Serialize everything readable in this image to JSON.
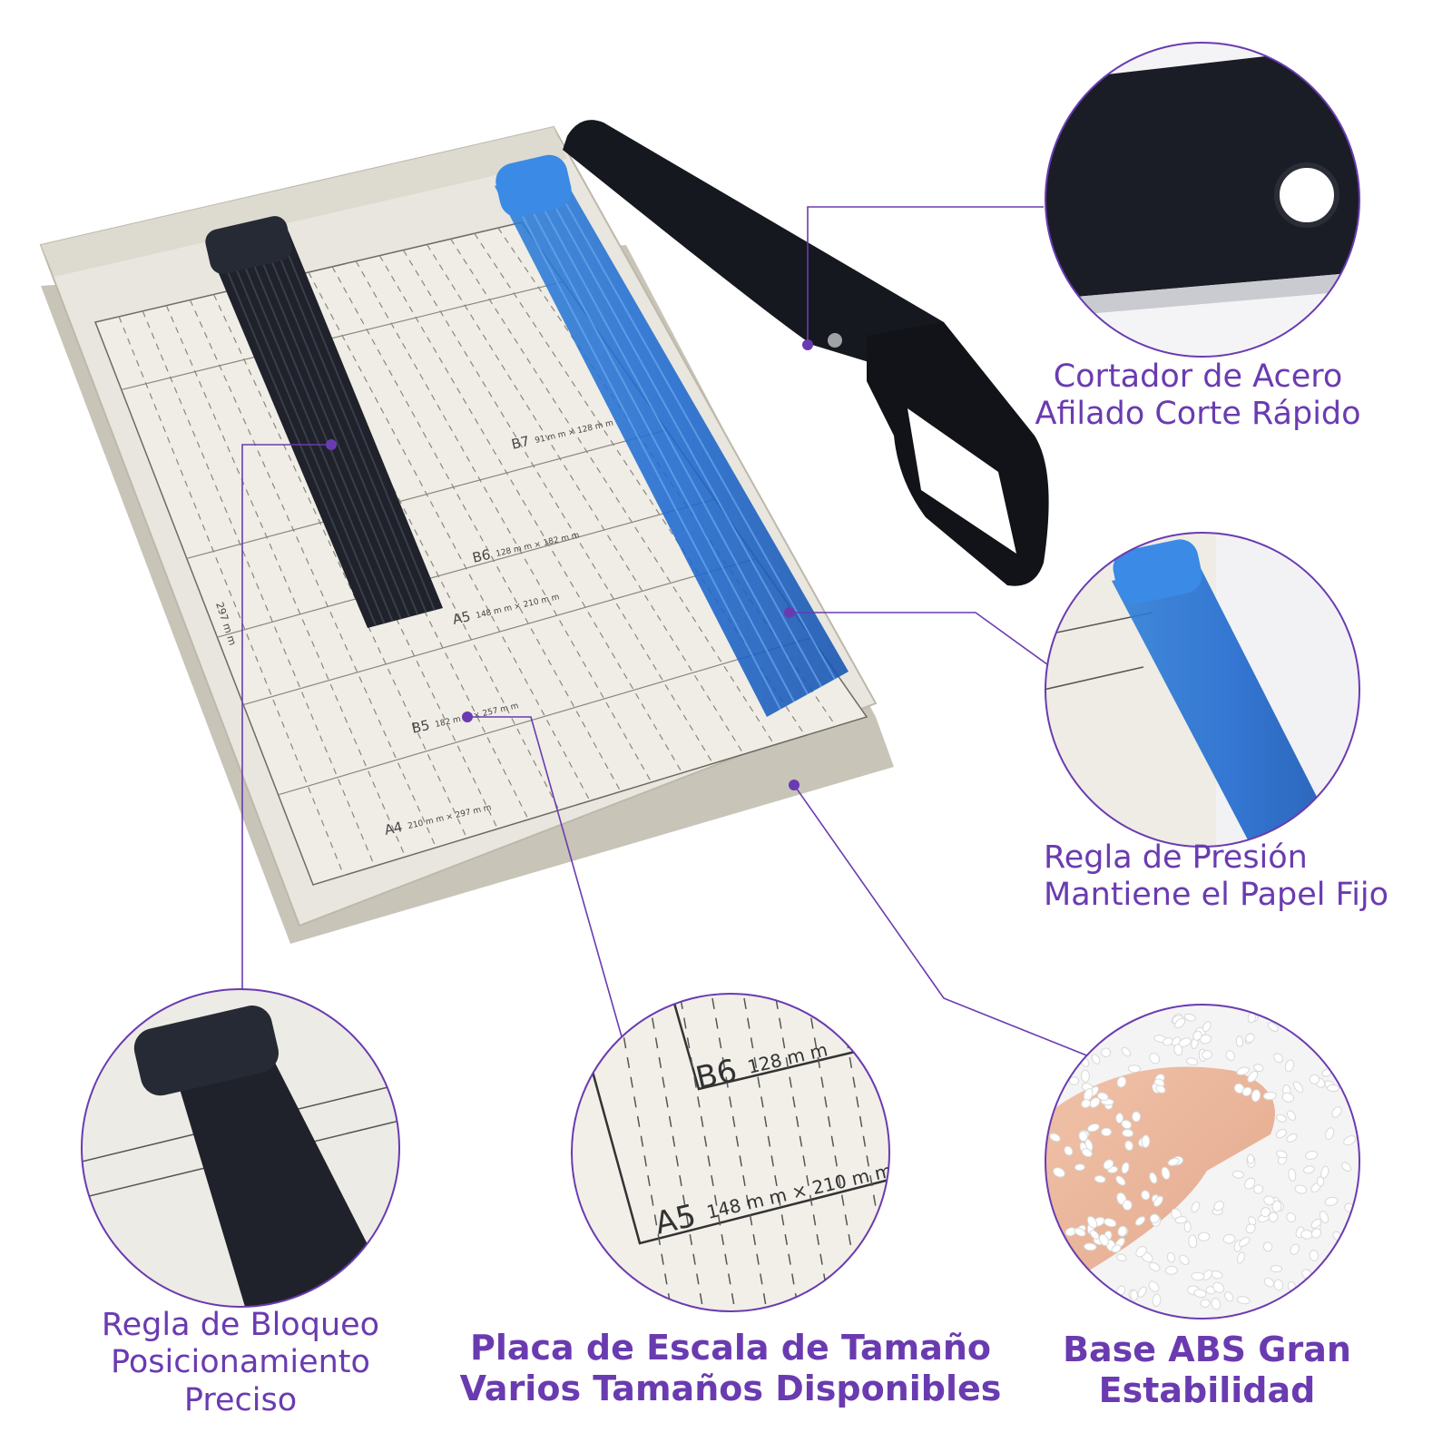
{
  "accent_color": "#6a3bb0",
  "board": {
    "size_labels": [
      {
        "id": "b7",
        "size": "B7",
        "dims": "91 m m × 128 m m"
      },
      {
        "id": "b6",
        "size": "B6",
        "dims": "128 m m × 182 m m"
      },
      {
        "id": "a5",
        "size": "A5",
        "dims": "148 m m × 210 m m"
      },
      {
        "id": "b5",
        "size": "B5",
        "dims": "182 m m × 257 m m"
      },
      {
        "id": "a4",
        "size": "A4",
        "dims": "210 m m × 297 m m"
      }
    ],
    "side_label": "297 m m"
  },
  "callouts": {
    "blade": {
      "line1": "Cortador de Acero",
      "line2": "Afilado Corte Rápido"
    },
    "pressure": {
      "line1": "Regla de Presión",
      "line2": "Mantiene el Papel Fijo"
    },
    "lock": {
      "line1": "Regla de Bloqueo",
      "line2": "Posicionamiento",
      "line3": "Preciso"
    },
    "scale": {
      "line1": "Placa de Escala de Tamaño",
      "line2": "Varios Tamaños Disponibles"
    },
    "base": {
      "line1": "Base ABS Gran",
      "line2": "Estabilidad"
    }
  },
  "detail_views": {
    "scale_zoom": {
      "b6_size": "B6",
      "b6_dims": "128 m m",
      "a5_size": "A5",
      "a5_dims": "148 m m × 210 m m"
    }
  }
}
